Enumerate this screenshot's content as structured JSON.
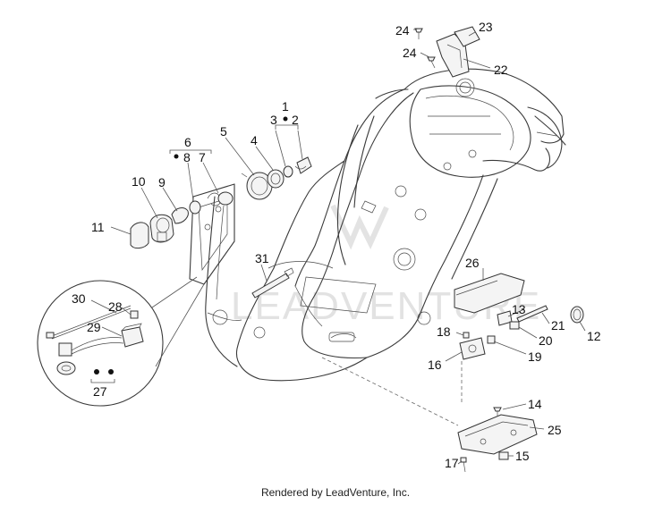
{
  "callouts": [
    {
      "id": "c1",
      "text": "1"
    },
    {
      "id": "c2",
      "text": "2"
    },
    {
      "id": "c3",
      "text": "3"
    },
    {
      "id": "c4",
      "text": "4"
    },
    {
      "id": "c5",
      "text": "5"
    },
    {
      "id": "c6",
      "text": "6"
    },
    {
      "id": "c7",
      "text": "7"
    },
    {
      "id": "c8",
      "text": "8"
    },
    {
      "id": "c9",
      "text": "9"
    },
    {
      "id": "c10",
      "text": "10"
    },
    {
      "id": "c11",
      "text": "11"
    },
    {
      "id": "c12",
      "text": "12"
    },
    {
      "id": "c13",
      "text": "13"
    },
    {
      "id": "c14",
      "text": "14"
    },
    {
      "id": "c15",
      "text": "15"
    },
    {
      "id": "c16",
      "text": "16"
    },
    {
      "id": "c17",
      "text": "17"
    },
    {
      "id": "c18",
      "text": "18"
    },
    {
      "id": "c19",
      "text": "19"
    },
    {
      "id": "c20",
      "text": "20"
    },
    {
      "id": "c21",
      "text": "21"
    },
    {
      "id": "c22",
      "text": "22"
    },
    {
      "id": "c23",
      "text": "23"
    },
    {
      "id": "c24a",
      "text": "24"
    },
    {
      "id": "c24b",
      "text": "24"
    },
    {
      "id": "c25",
      "text": "25"
    },
    {
      "id": "c26",
      "text": "26"
    },
    {
      "id": "c27",
      "text": "27"
    },
    {
      "id": "c28",
      "text": "28"
    },
    {
      "id": "c29",
      "text": "29"
    },
    {
      "id": "c30",
      "text": "30"
    },
    {
      "id": "c31",
      "text": "31"
    }
  ],
  "watermark": "LEADVENTURE",
  "footer": "Rendered by LeadVenture, Inc."
}
